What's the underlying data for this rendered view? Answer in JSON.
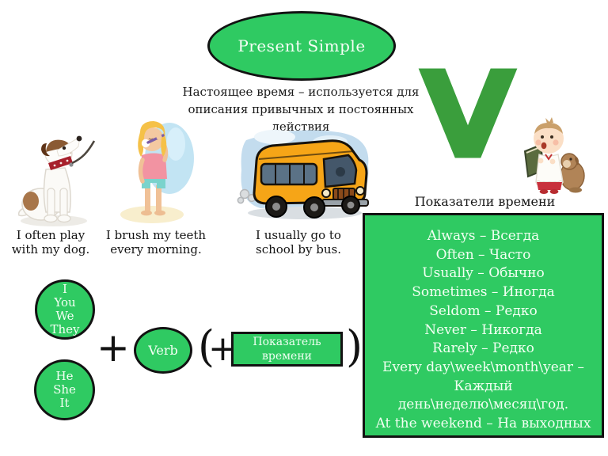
{
  "colors": {
    "green": "#2fca62",
    "v_green": "#3a9e3c",
    "outline": "#121212"
  },
  "slide": {
    "title": "Present Simple",
    "subtitle": "Настоящее время – используется для описания привычных и постоянных действия"
  },
  "examples": [
    {
      "image": "dog-illustration",
      "caption": "I often play with my dog."
    },
    {
      "image": "girl-brushing-teeth-illustration",
      "caption": "I brush my teeth every morning."
    },
    {
      "image": "school-bus-illustration",
      "caption": "I usually go to school by bus."
    }
  ],
  "time_markers": {
    "letter": "V",
    "heading": "Показатели времени",
    "lines": [
      "Always – Всегда",
      "Often – Часто",
      "Usually – Обычно",
      "Sometimes – Иногда",
      "Seldom – Редко",
      "Never – Никогда",
      "Rarely – Редко",
      "Every day\\week\\month\\year –",
      "Каждый",
      "день\\неделю\\месяц\\год.",
      "At the weekend – На выходных"
    ]
  },
  "formula": {
    "subjects_plural": [
      "I",
      "You",
      "We",
      "They"
    ],
    "subjects_singular": [
      "He",
      "She",
      "It"
    ],
    "plus": "+",
    "verb": "Verb",
    "open_paren": "(",
    "paren_plus": "+",
    "time_marker_box": "Показатель времени",
    "close_paren": ")"
  }
}
